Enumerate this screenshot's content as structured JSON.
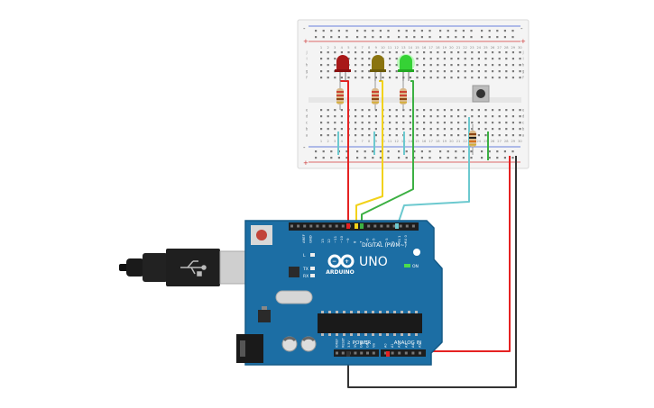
{
  "board": {
    "logo_text": "ARDUINO",
    "model_text": "UNO",
    "on_label": "ON",
    "digital_label": "DIGITAL (PWM~)",
    "power_label": "POWER",
    "analog_label": "ANALOG IN",
    "l_label": "L",
    "tx_label": "TX",
    "rx_label": "RX",
    "aref_label": "AREF",
    "gnd_label": "GND",
    "digital_pins": [
      "13",
      "12",
      "~11",
      "~10",
      "~9",
      "8",
      "7",
      "~6",
      "~5",
      "4",
      "~3",
      "2",
      "TX 1",
      "RX 0"
    ],
    "power_pins": [
      "IOREF",
      "RESET",
      "3.3V",
      "5V",
      "GND",
      "GND",
      "Vin"
    ],
    "analog_pins": [
      "A0",
      "A1",
      "A2",
      "A3",
      "A4",
      "A5"
    ],
    "color": "#1c6ea4"
  },
  "breadboard": {
    "column_numbers": [
      "1",
      "2",
      "3",
      "4",
      "5",
      "6",
      "7",
      "8",
      "9",
      "10",
      "11",
      "12",
      "13",
      "14",
      "15",
      "16",
      "17",
      "18",
      "19",
      "20",
      "21",
      "22",
      "23",
      "24",
      "25",
      "26",
      "27",
      "28",
      "29",
      "30"
    ],
    "row_letters_top": [
      "j",
      "i",
      "h",
      "g",
      "f"
    ],
    "row_letters_bottom": [
      "e",
      "d",
      "c",
      "b",
      "a"
    ],
    "rail_plus": "+",
    "rail_minus": "-"
  },
  "components": {
    "leds": [
      {
        "name": "red-led",
        "color": "#c41e1e"
      },
      {
        "name": "yellow-led",
        "color": "#b59a0f"
      },
      {
        "name": "green-led",
        "color": "#35d235"
      }
    ]
  },
  "colors": {
    "red_wire": "#e52222",
    "yellow_wire": "#f2d21a",
    "green_wire": "#3cb043",
    "cyan_wire": "#6cc9cf",
    "black_wire": "#333333",
    "rail_red": "#d33b3b",
    "rail_blue": "#3b5bd3"
  }
}
